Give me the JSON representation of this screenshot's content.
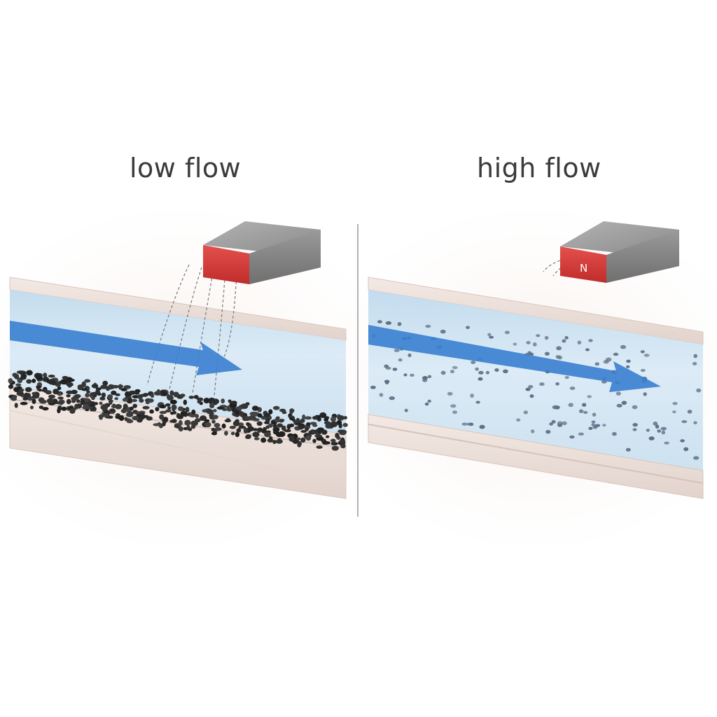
{
  "panels": {
    "left": {
      "title": "low flow"
    },
    "right": {
      "title": "high flow"
    }
  },
  "magnet": {
    "left_label": "",
    "right_label": "N"
  },
  "colors": {
    "water": "#cfe3f1",
    "arrow": "#3a7fd0",
    "magnet_red": "#d93a38",
    "magnet_grey": "#8e8e8e",
    "pipe_wall": "#e9dcd6",
    "sediment": "#2f2f2f",
    "particles": "#5e6e84",
    "divider": "#9a9a9a"
  }
}
